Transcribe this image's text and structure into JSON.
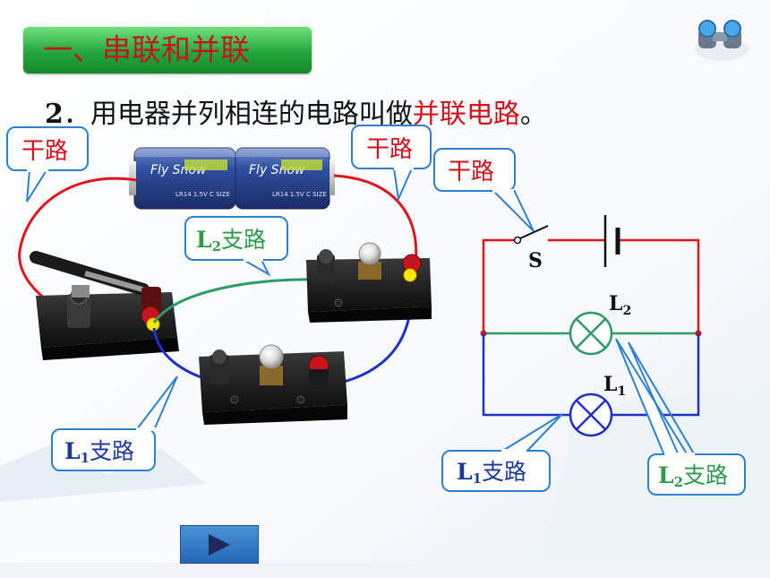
{
  "section_title": "一、串联和并联",
  "headline": {
    "number": "2",
    "text": "．用电器并列相连的电路叫做",
    "highlight": "并联电路",
    "end": "。"
  },
  "photo": {
    "callouts": {
      "trunk_left": "干路",
      "trunk_right": "干路",
      "l2_letter": "L",
      "l2_sub": "2",
      "l2_suffix": "支路",
      "l1_letter": "L",
      "l1_sub": "1",
      "l1_suffix": "支路"
    },
    "battery_brand": "Fly Snow",
    "battery_spec": "LR14 1.5V C SIZE"
  },
  "schematic": {
    "switch_label": "S",
    "lamp2_letter": "L",
    "lamp2_sub": "2",
    "lamp1_letter": "L",
    "lamp1_sub": "1",
    "callouts": {
      "trunk": "干路",
      "l1_letter": "L",
      "l1_sub": "1",
      "l1_suffix": "支路",
      "l2_letter": "L",
      "l2_sub": "2",
      "l2_suffix": "支路"
    }
  },
  "colors": {
    "trunk_wire": "#e0151c",
    "branch_l2_wire": "#2e9a6a",
    "branch_l1_wire": "#1f2fc8",
    "callout_border": "#2d7fd0",
    "callout_text_red": "#d0121c",
    "callout_text_green": "#2e9a4a",
    "callout_text_blue": "#1a3a9a"
  }
}
